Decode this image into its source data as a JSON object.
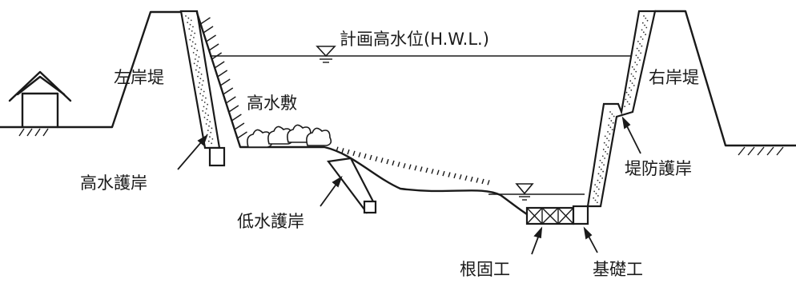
{
  "labels": {
    "hwl": "計画高水位(H.W.L.)",
    "left_levee": "左岸堤",
    "right_levee": "右岸堤",
    "floodplain": "高水敷",
    "high_water_revetment": "高水護岸",
    "low_water_revetment": "低水護岸",
    "levee_revetment": "堤防護岸",
    "toe_protection": "根固工",
    "foundation": "基礎工"
  },
  "icons": {
    "water_level_marker": "inverted-triangle-icon",
    "house": "house-icon",
    "shrubs": "shrub-icon"
  },
  "colors": {
    "ink": "#1a1a1a",
    "background": "#ffffff"
  }
}
